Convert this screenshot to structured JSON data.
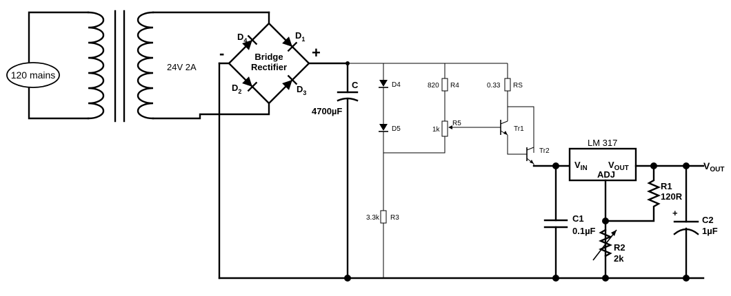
{
  "labels": {
    "mains": "120 mains",
    "transformer": "24V 2A",
    "bridge_line1": "Bridge",
    "bridge_line2": "Rectifier",
    "minus": "-",
    "plus": "+",
    "d1": "D",
    "d1_sub": "1",
    "d2": "D",
    "d2_sub": "2",
    "d3": "D",
    "d3_sub": "3",
    "d4": "D",
    "d4_sub": "4",
    "c_name": "C",
    "c_value": "4700µF",
    "d4_small": "D4",
    "d5_small": "D5",
    "r4_value": "820",
    "r4_name": "R4",
    "r5_name": "R5",
    "r5_value": "1k",
    "rs_value": "0.33",
    "rs_name": "RS",
    "tr1": "Tr1",
    "tr2": "Tr2",
    "r3_value": "3.3k",
    "r3_name": "R3",
    "ic_name": "LM 317",
    "vin": "V",
    "vin_sub": "IN",
    "vout_pin": "V",
    "vout_pin_sub": "OUT",
    "adj": "ADJ",
    "r1_name": "R1",
    "r1_value": "120R",
    "c1_name": "C1",
    "c1_value": "0.1µF",
    "r2_name": "R2",
    "r2_value": "2k",
    "c2_plus": "+",
    "c2_name": "C2",
    "c2_value": "1µF",
    "vout": "V",
    "vout_sub": "OUT"
  }
}
